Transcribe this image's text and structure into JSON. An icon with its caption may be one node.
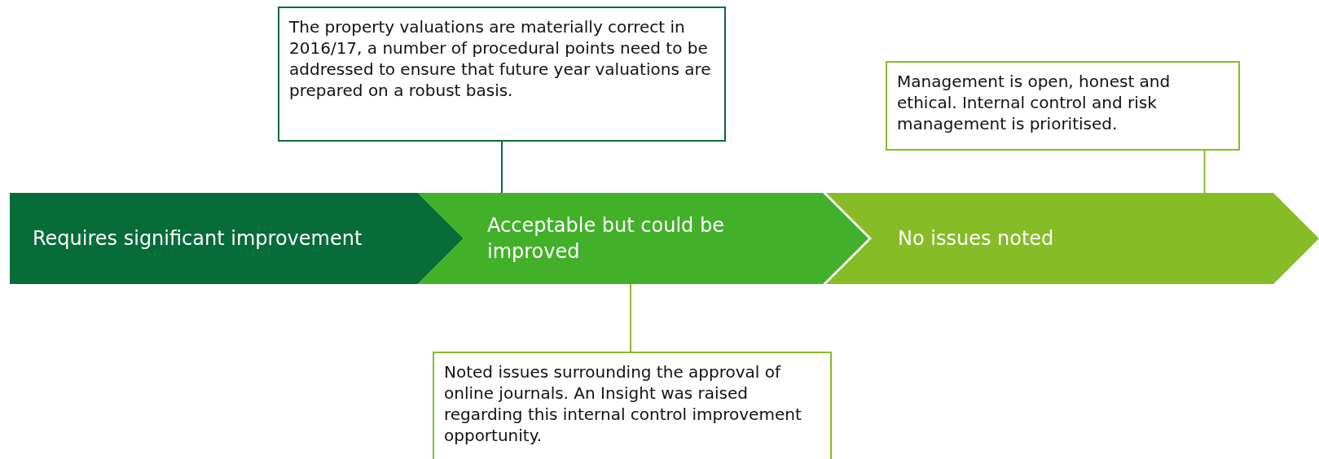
{
  "diagram": {
    "nodes": [
      {
        "text": [
          "The property valuations are materially correct in 2016/17, a number of procedural points need to be addressed to ensure that future year valuations are prepared on a robust basis."
        ]
      },
      {
        "text": [
          "Management is open, honest and ethical. Internal control and risk management is prioritised."
        ]
      },
      {
        "text": [
          "Requires significant improvement"
        ]
      },
      {
        "text": [
          "Acceptable but could be improved"
        ]
      },
      {
        "text": [
          "No issues noted"
        ]
      },
      {
        "text": [
          "Noted issues surrounding the approval of online journals. An Insight was raised regarding this internal control improvement opportunity."
        ]
      }
    ],
    "edges": [
      {
        "from": 0,
        "to": 3,
        "arrow": "none",
        "color": "#066c38"
      },
      {
        "from": 1,
        "to": 4,
        "arrow": "none"
      },
      {
        "from": 5,
        "to": 3,
        "arrow": "none"
      }
    ]
  }
}
